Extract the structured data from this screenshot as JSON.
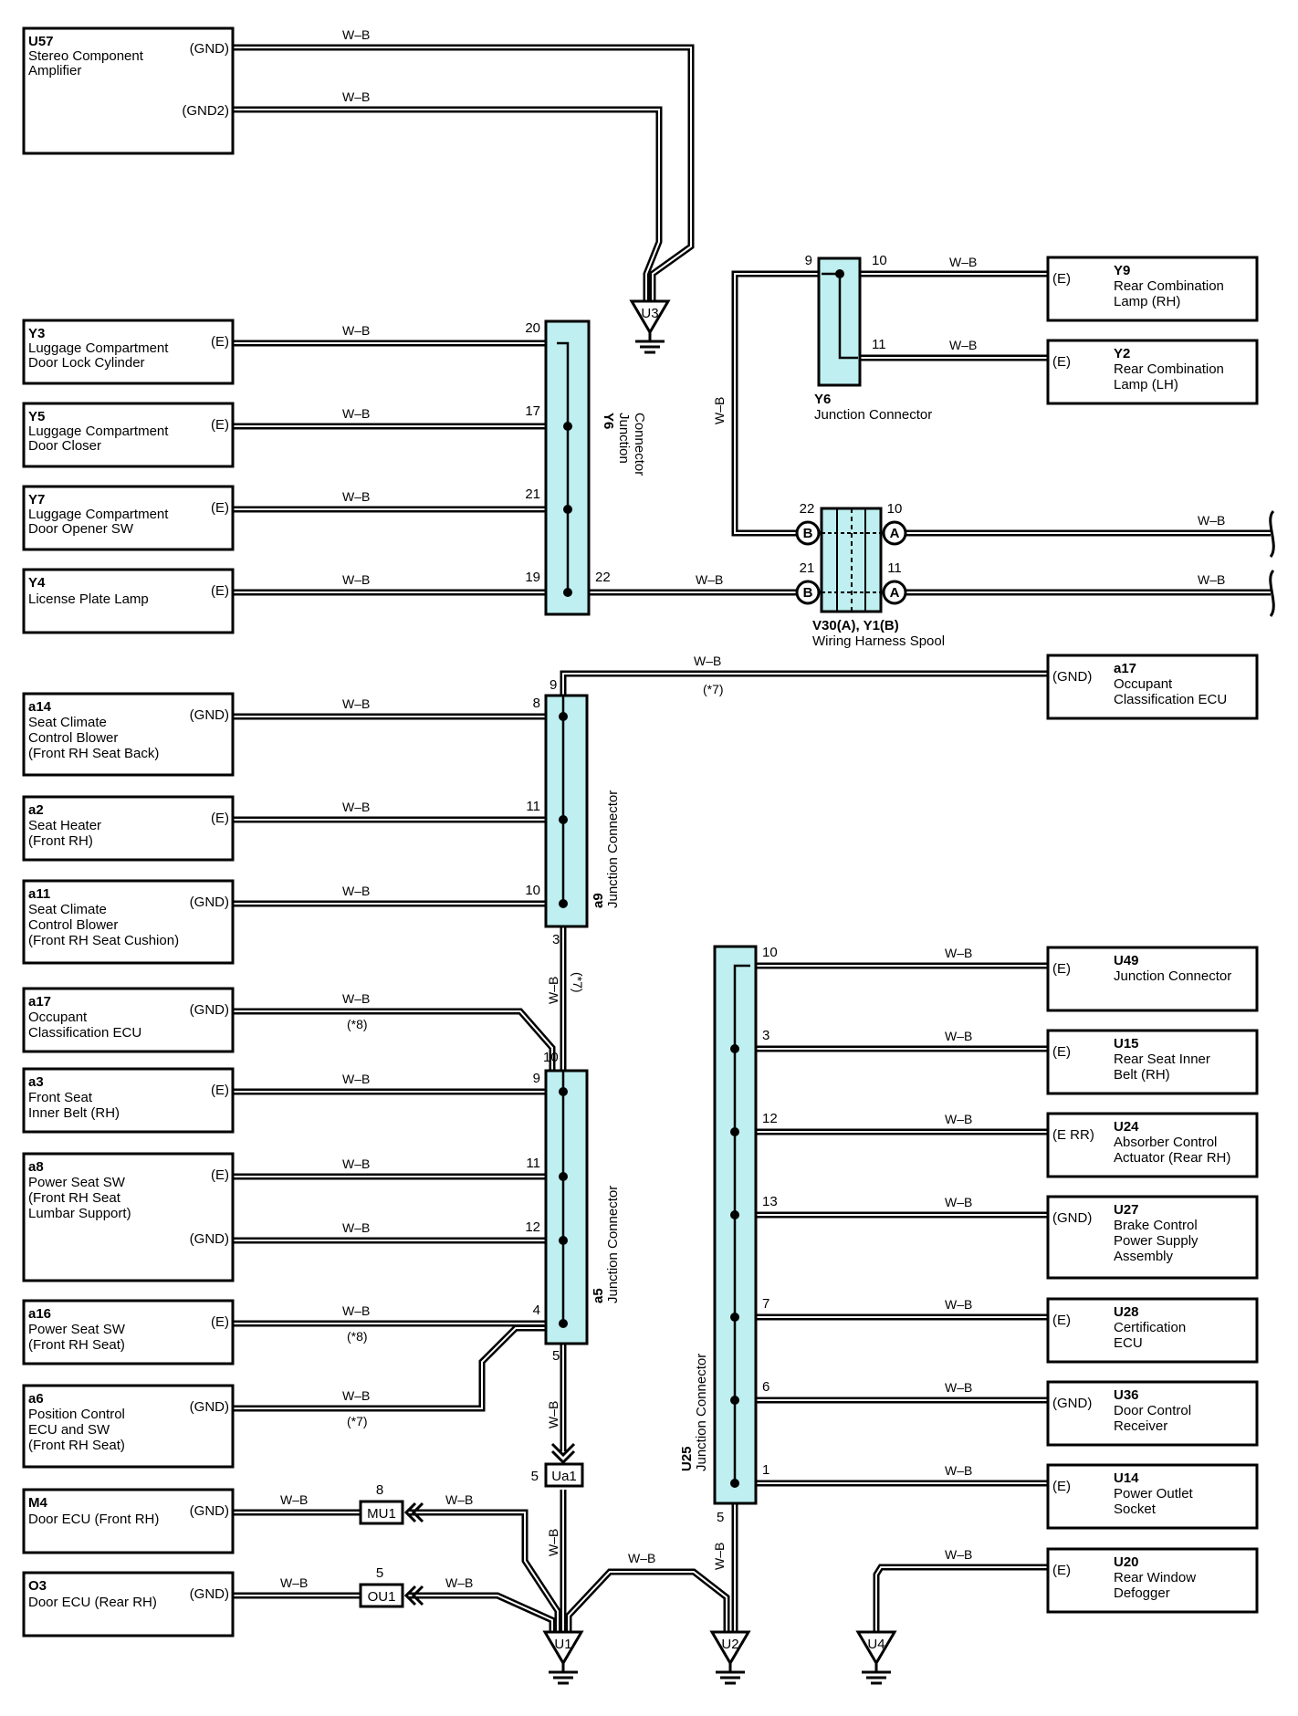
{
  "wire": "W–B",
  "u57": {
    "code": "U57",
    "l1": "Stereo Component",
    "l2": "Amplifier",
    "t1": "(GND)",
    "t2": "(GND2)"
  },
  "y3": {
    "code": "Y3",
    "l1": "Luggage Compartment",
    "l2": "Door Lock Cylinder",
    "t": "(E)",
    "pin": "20"
  },
  "y5": {
    "code": "Y5",
    "l1": "Luggage Compartment",
    "l2": "Door Closer",
    "t": "(E)",
    "pin": "17"
  },
  "y7": {
    "code": "Y7",
    "l1": "Luggage Compartment",
    "l2": "Door Opener SW",
    "t": "(E)",
    "pin": "21"
  },
  "y4": {
    "code": "Y4",
    "l1": "License Plate Lamp",
    "t": "(E)",
    "pin": "19",
    "pin_out": "22"
  },
  "y6a": {
    "code": "Y6",
    "name": "Junction",
    "name2": "Connector"
  },
  "y9": {
    "code": "Y9",
    "l1": "Rear Combination",
    "l2": "Lamp (RH)",
    "t": "(E)",
    "pin": "10"
  },
  "y2": {
    "code": "Y2",
    "l1": "Rear Combination",
    "l2": "Lamp (LH)",
    "t": "(E)",
    "pin": "11"
  },
  "y6b": {
    "code": "Y6",
    "name": "Junction Connector",
    "pin_in": "9"
  },
  "spool": {
    "code": "V30(A), Y1(B)",
    "name": "Wiring Harness Spool",
    "p22": "22",
    "p10": "10",
    "p21": "21",
    "p11": "11",
    "a": "A",
    "b": "B"
  },
  "a17top": {
    "code": "a17",
    "l1": "Occupant",
    "l2": "Classification ECU",
    "t": "(GND)",
    "note": "(*7)"
  },
  "a9": {
    "code": "a9",
    "name": "Junction Connector",
    "p9": "9",
    "p8": "8",
    "p11": "11",
    "p10": "10",
    "p3": "3",
    "note": "(*7)"
  },
  "a14": {
    "code": "a14",
    "l1": "Seat Climate",
    "l2": "Control Blower",
    "l3": "(Front RH Seat Back)",
    "t": "(GND)"
  },
  "a2": {
    "code": "a2",
    "l1": "Seat Heater",
    "l2": "(Front RH)",
    "t": "(E)"
  },
  "a11": {
    "code": "a11",
    "l1": "Seat Climate",
    "l2": "Control Blower",
    "l3": "(Front RH Seat Cushion)",
    "t": "(GND)"
  },
  "a17": {
    "code": "a17",
    "l1": "Occupant",
    "l2": "Classification ECU",
    "t": "(GND)",
    "note": "(*8)"
  },
  "a3": {
    "code": "a3",
    "l1": "Front Seat",
    "l2": "Inner Belt (RH)",
    "t": "(E)"
  },
  "a8": {
    "code": "a8",
    "l1": "Power Seat SW",
    "l2": "(Front RH Seat",
    "l3": " Lumbar Support)",
    "t1": "(E)",
    "t2": "(GND)"
  },
  "a16": {
    "code": "a16",
    "l1": "Power Seat SW",
    "l2": "(Front RH Seat)",
    "t": "(E)",
    "note": "(*8)"
  },
  "a6": {
    "code": "a6",
    "l1": "Position Control",
    "l2": "ECU and SW",
    "l3": "(Front RH Seat)",
    "t": "(GND)",
    "note": "(*7)"
  },
  "a5": {
    "code": "a5",
    "name": "Junction Connector",
    "p10": "10",
    "p9": "9",
    "p11": "11",
    "p12": "12",
    "p4": "4",
    "p5": "5"
  },
  "ua1": {
    "code": "Ua1",
    "pin": "5"
  },
  "m4": {
    "code": "M4",
    "l1": "Door ECU (Front RH)",
    "t": "(GND)"
  },
  "o3": {
    "code": "O3",
    "l1": "Door ECU (Rear RH)",
    "t": "(GND)"
  },
  "mu1": {
    "code": "MU1",
    "pin": "8"
  },
  "ou1": {
    "code": "OU1",
    "pin": "5"
  },
  "u25": {
    "code": "U25",
    "name": "Junction Connector",
    "p10": "10",
    "p3": "3",
    "p12": "12",
    "p13": "13",
    "p7": "7",
    "p6": "6",
    "p1": "1",
    "p5": "5"
  },
  "u49": {
    "code": "U49",
    "l1": "Junction Connector",
    "t": "(E)"
  },
  "u15": {
    "code": "U15",
    "l1": "Rear Seat Inner",
    "l2": "Belt (RH)",
    "t": "(E)"
  },
  "u24": {
    "code": "U24",
    "l1": "Absorber Control",
    "l2": "Actuator (Rear RH)",
    "t": "(E RR)"
  },
  "u27": {
    "code": "U27",
    "l1": "Brake Control",
    "l2": "Power Supply",
    "l3": "Assembly",
    "t": "(GND)"
  },
  "u28": {
    "code": "U28",
    "l1": "Certification",
    "l2": "ECU",
    "t": "(E)"
  },
  "u36": {
    "code": "U36",
    "l1": "Door Control",
    "l2": "Receiver",
    "t": "(GND)"
  },
  "u14": {
    "code": "U14",
    "l1": "Power Outlet",
    "l2": "Socket",
    "t": "(E)"
  },
  "u20": {
    "code": "U20",
    "l1": "Rear Window",
    "l2": "Defogger",
    "t": "(E)"
  },
  "grounds": {
    "u1": "U1",
    "u2": "U2",
    "u3": "U3",
    "u4": "U4"
  }
}
